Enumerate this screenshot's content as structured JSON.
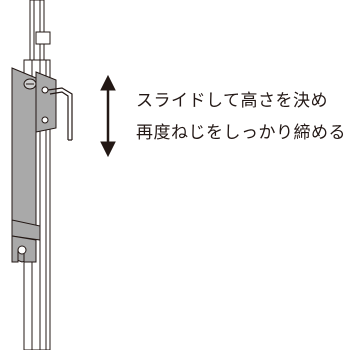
{
  "instructions": {
    "line_1": "スライドして高さを決め",
    "line_2": "再度ねじをしっかり締める"
  },
  "colors": {
    "bracket_fill": "#a9a9a9",
    "line": "#231815",
    "background": "#ffffff"
  },
  "icons": {
    "arrow": "double-headed-vertical-arrow",
    "wrench": "hex-key"
  }
}
